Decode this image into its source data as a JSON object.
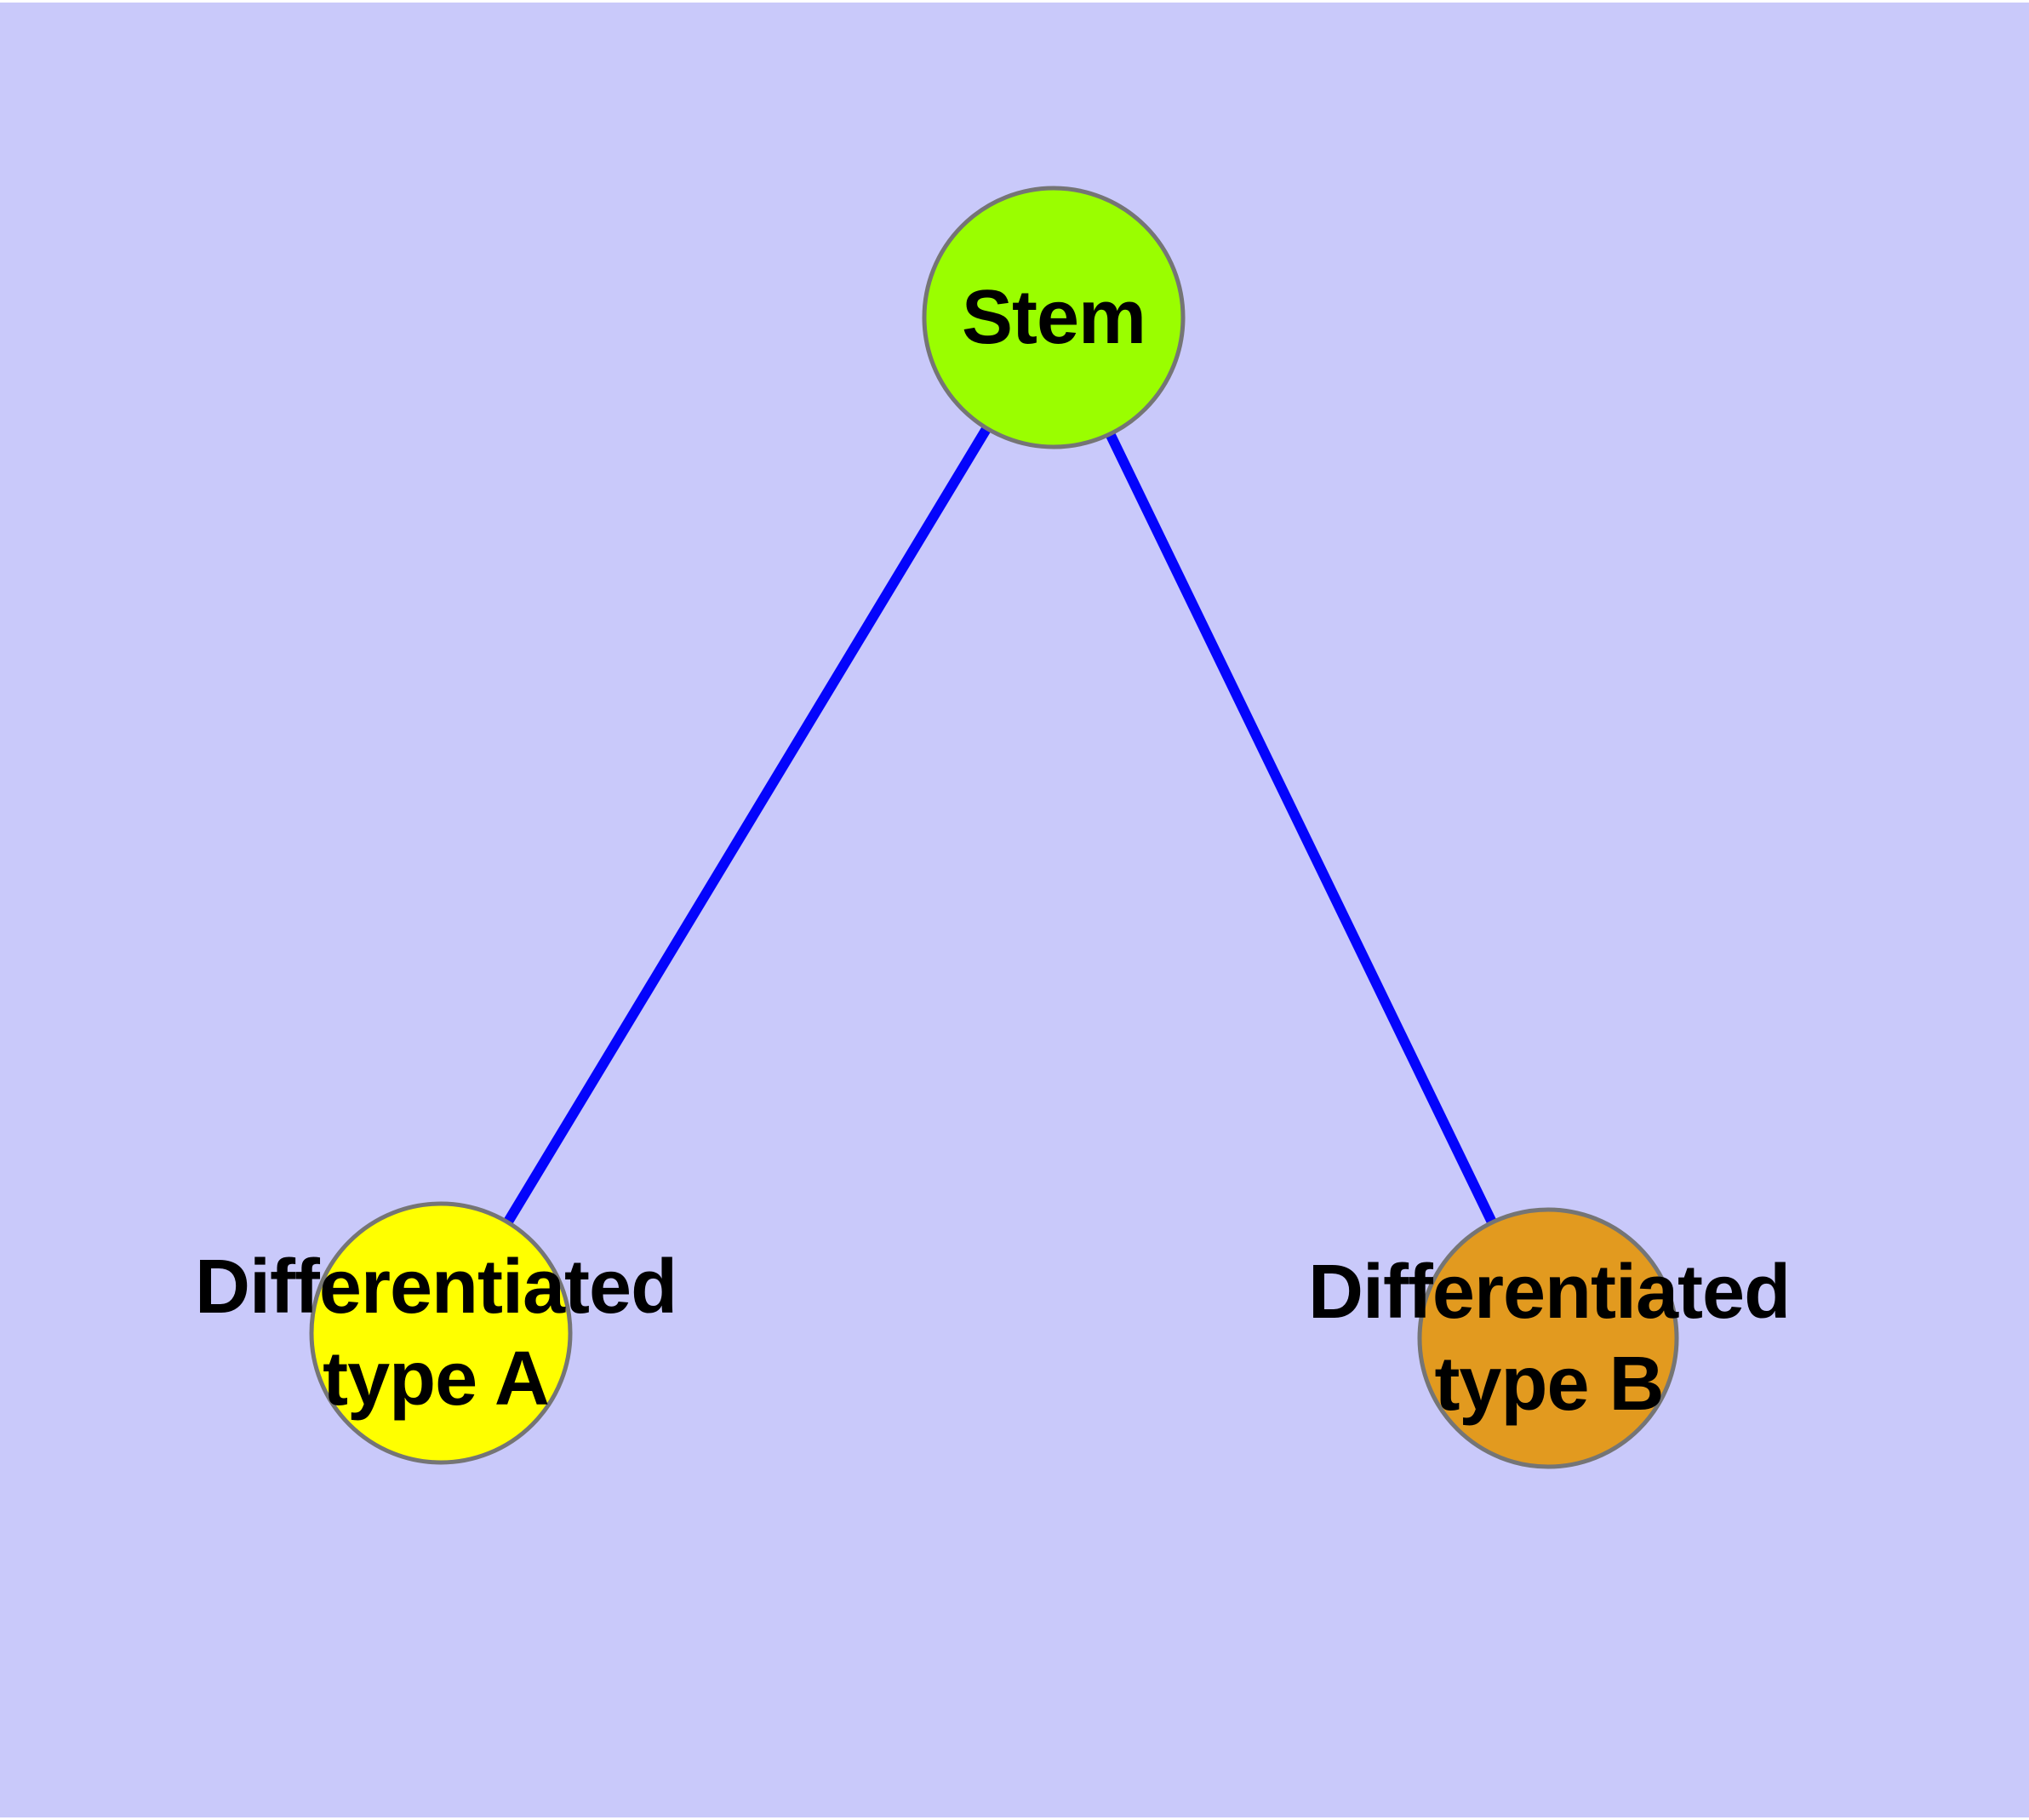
{
  "figure": {
    "background_color": "#C9C9FA",
    "page_margin_color": "#FFFFFF",
    "text_color": "#000000",
    "node_border_color": "#757575",
    "edge_color": "#0404FC",
    "nodes": {
      "stem": {
        "label": "Stem",
        "fill": "#9AFE00"
      },
      "type_a": {
        "label_line1": "Differentiated",
        "label_line2": "type A",
        "fill": "#FFFF00"
      },
      "type_b": {
        "label_line1": "Differentiated",
        "label_line2": "type B",
        "fill": "#E29A1F"
      }
    },
    "edges": [
      {
        "from": "Stem",
        "to": "Differentiated type A"
      },
      {
        "from": "Stem",
        "to": "Differentiated type B"
      }
    ]
  }
}
